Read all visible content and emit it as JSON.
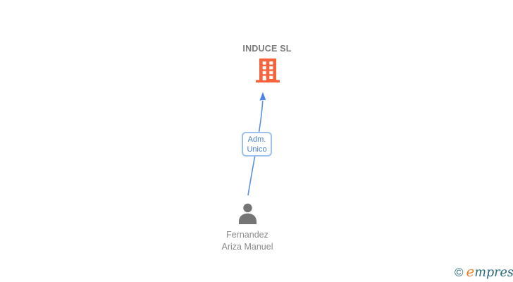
{
  "diagram": {
    "company": {
      "name": "INDUCE SL",
      "icon": "building-icon",
      "icon_color": "#f9623b"
    },
    "relationship": {
      "label_line1": "Adm.",
      "label_line2": "Unico",
      "line_color": "#5a8fe4",
      "box_border_color": "#9dc0ee",
      "text_color": "#4a7fd4",
      "direction": "person-to-company"
    },
    "person": {
      "name_line1": "Fernandez",
      "name_line2": "Ariza Manuel",
      "icon": "person-icon",
      "icon_color": "#757575"
    }
  },
  "footer": {
    "copyright_symbol": "©",
    "brand_first_letter": "e",
    "brand_rest": "mpresia",
    "copyright_color": "#2b6a7a",
    "brand_first_letter_color": "#f0812a",
    "brand_rest_color": "#2b6a7a"
  }
}
